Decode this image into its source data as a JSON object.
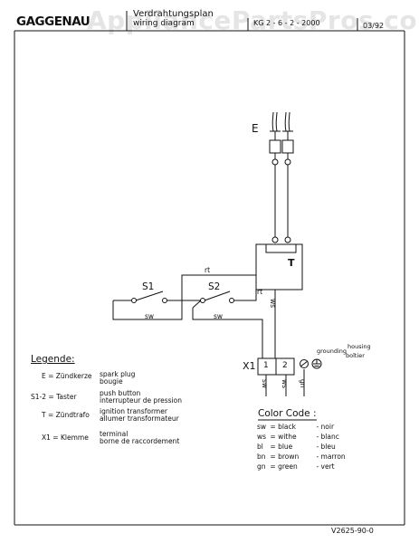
{
  "header": {
    "brand": "GAGGENAU",
    "title_line1": "Verdrahtungsplan",
    "title_line2": "wiring diagram",
    "title_line3": "KG 2 - 6 - 2 - 2000",
    "date": "03/92"
  },
  "watermark": "AppliancePartsPros.com",
  "diagram": {
    "spark_plug_label": "E",
    "transformer_label": "T",
    "switch1_label": "S1",
    "switch2_label": "S2",
    "terminal_label": "X1",
    "terminal_pin1": "1",
    "terminal_pin2": "2",
    "wire_rt_top": "rt",
    "wire_rt_right": "rt",
    "wire_ws_vertical": "ws",
    "wire_sw_left": "sw",
    "wire_sw_right": "sw",
    "terminal_wire_sw": "sw",
    "terminal_wire_ws": "ws",
    "terminal_wire_gn": "gn",
    "grounding_label": "grounding",
    "housing_label": "housing",
    "boitier_label": "boîtier"
  },
  "legend": {
    "title": "Legende:",
    "items": [
      {
        "code": "E = Zündkerze",
        "desc": [
          "spark plug",
          "bougie"
        ]
      },
      {
        "code": "S1-2 = Taster",
        "desc": [
          "push button",
          "interrupteur de pression"
        ]
      },
      {
        "code": "T = Zündtrafo",
        "desc": [
          "ignition transformer",
          "allumer transformateur"
        ]
      },
      {
        "code": "X1 = Klemme",
        "desc": [
          "terminal",
          "borne de raccordement"
        ]
      }
    ]
  },
  "color_code": {
    "title": "Color Code :",
    "items": [
      {
        "abbr": "sw",
        "en": "black",
        "fr": "noir"
      },
      {
        "abbr": "ws",
        "en": "withe",
        "fr": "blanc"
      },
      {
        "abbr": "bl",
        "en": "blue",
        "fr": "bleu"
      },
      {
        "abbr": "bn",
        "en": "brown",
        "fr": "marron"
      },
      {
        "abbr": "gn",
        "en": "green",
        "fr": "vert"
      }
    ]
  },
  "footer": {
    "doc_number": "V2625-90-0"
  }
}
